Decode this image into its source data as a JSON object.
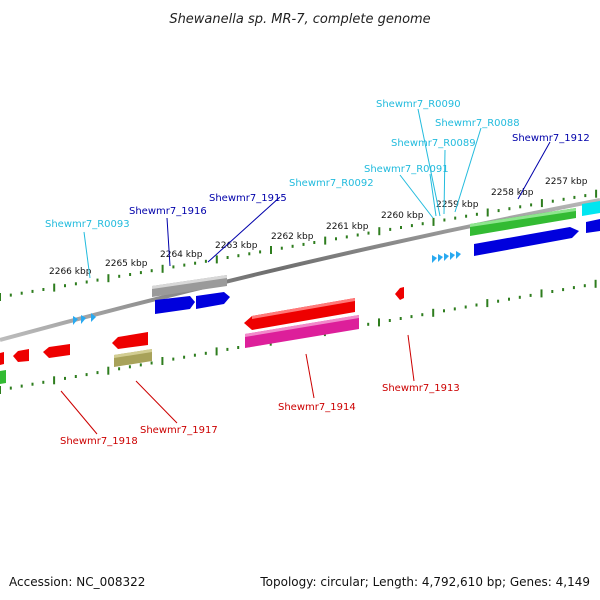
{
  "title": "Shewanella sp. MR-7, complete genome",
  "footer": {
    "accession": "Accession: NC_008322",
    "summary": "Topology: circular; Length: 4,792,610 bp; Genes: 4,149"
  },
  "colors": {
    "backbone": "#7a7a7a",
    "tick": "#2e7d1e",
    "forward_cds": "#0000dd",
    "forward_gene": "#33bb33",
    "reverse_cds": "#ee0000",
    "reverse_gene": "#dd1f9a",
    "pseudo": "#9a9a9a",
    "olive": "#a8a25a",
    "cyan": "#00e6f0",
    "rna": "#29a9f0",
    "label_red": "#cc0000",
    "label_blue": "#0000aa",
    "label_cyan": "#22bbdd"
  },
  "scale": {
    "kbp_labels": [
      "2257 kbp",
      "2258 kbp",
      "2259 kbp",
      "2260 kbp",
      "2261 kbp",
      "2262 kbp",
      "2263 kbp",
      "2264 kbp",
      "2265 kbp",
      "2266 kbp"
    ]
  },
  "feature_labels": {
    "forward": [
      "Shewmr7_1912",
      "Shewmr7_1915",
      "Shewmr7_1916"
    ],
    "rna": [
      "Shewmr7_R0088",
      "Shewmr7_R0089",
      "Shewmr7_R0090",
      "Shewmr7_R0091",
      "Shewmr7_R0092",
      "Shewmr7_R0093"
    ],
    "reverse": [
      "Shewmr7_1913",
      "Shewmr7_1914",
      "Shewmr7_1917",
      "Shewmr7_1918"
    ]
  }
}
